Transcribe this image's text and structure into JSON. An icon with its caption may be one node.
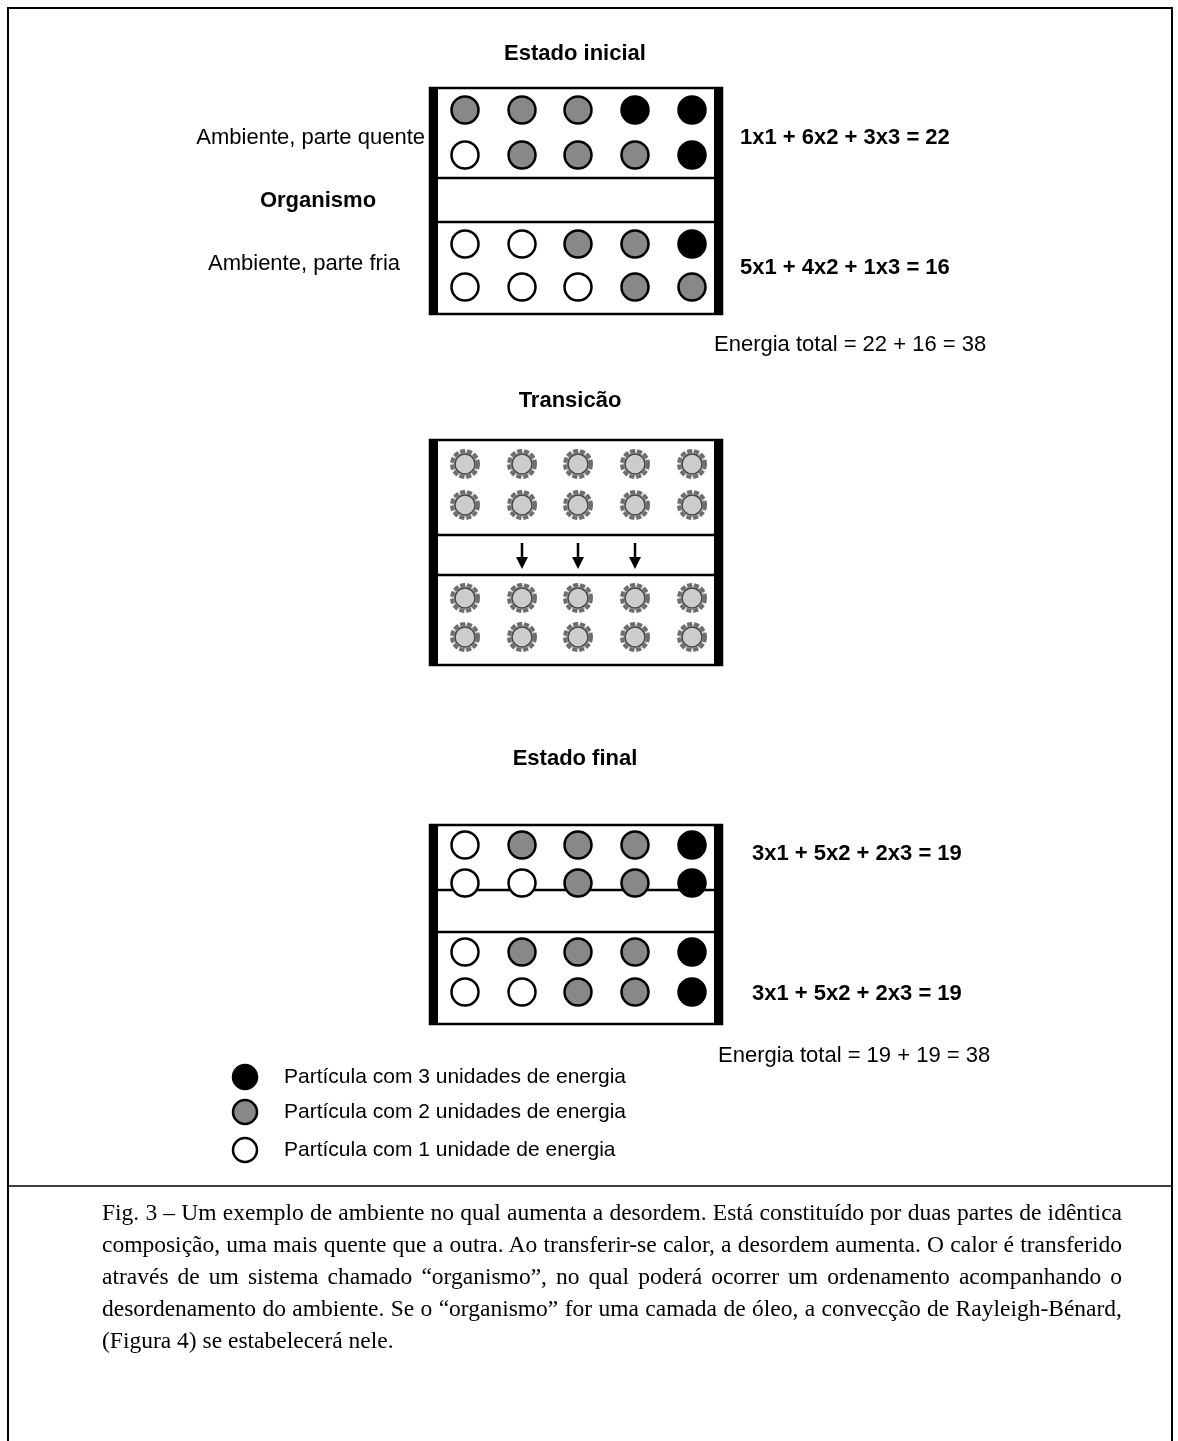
{
  "diagram": {
    "caption": "Fig. 3 – Um exemplo de ambiente no qual aumenta a desordem. Está constituído por duas partes de idêntica composição, uma mais quente que a outra. Ao transferir-se calor, a desordem aumenta. O calor é transferido através de um sistema chamado “organismo”, no qual poderá ocorrer um ordenamento acompanhando o desordenamento do ambiente. Se o “organismo” for uma camada de óleo, a convecção de Rayleigh-Bénard, (Figura 4) se estabelecerá nele.",
    "labels": [
      "Estado inicial",
      "Ambiente, parte quente",
      "1x1 + 6x2 + 3x3 = 22",
      "Organismo",
      "Ambiente, parte fria",
      "5x1 + 4x2 + 1x3 = 16",
      "Energia total = 22 + 16 = 38",
      "Transicão",
      "Estado final",
      "3x1 + 5x2 + 2x3 = 19",
      "3x1 + 5x2 + 2x3 = 19",
      "Energia total = 19 + 19 = 38"
    ],
    "legend": [
      {
        "text": "Partícula com 3 unidades de energia",
        "color": "#000000"
      },
      {
        "text": "Partícula com 2 unidades de energia",
        "color": "#888888"
      },
      {
        "text": "Partícula com 1 unidade de energia",
        "color": "#ffffff"
      }
    ]
  }
}
